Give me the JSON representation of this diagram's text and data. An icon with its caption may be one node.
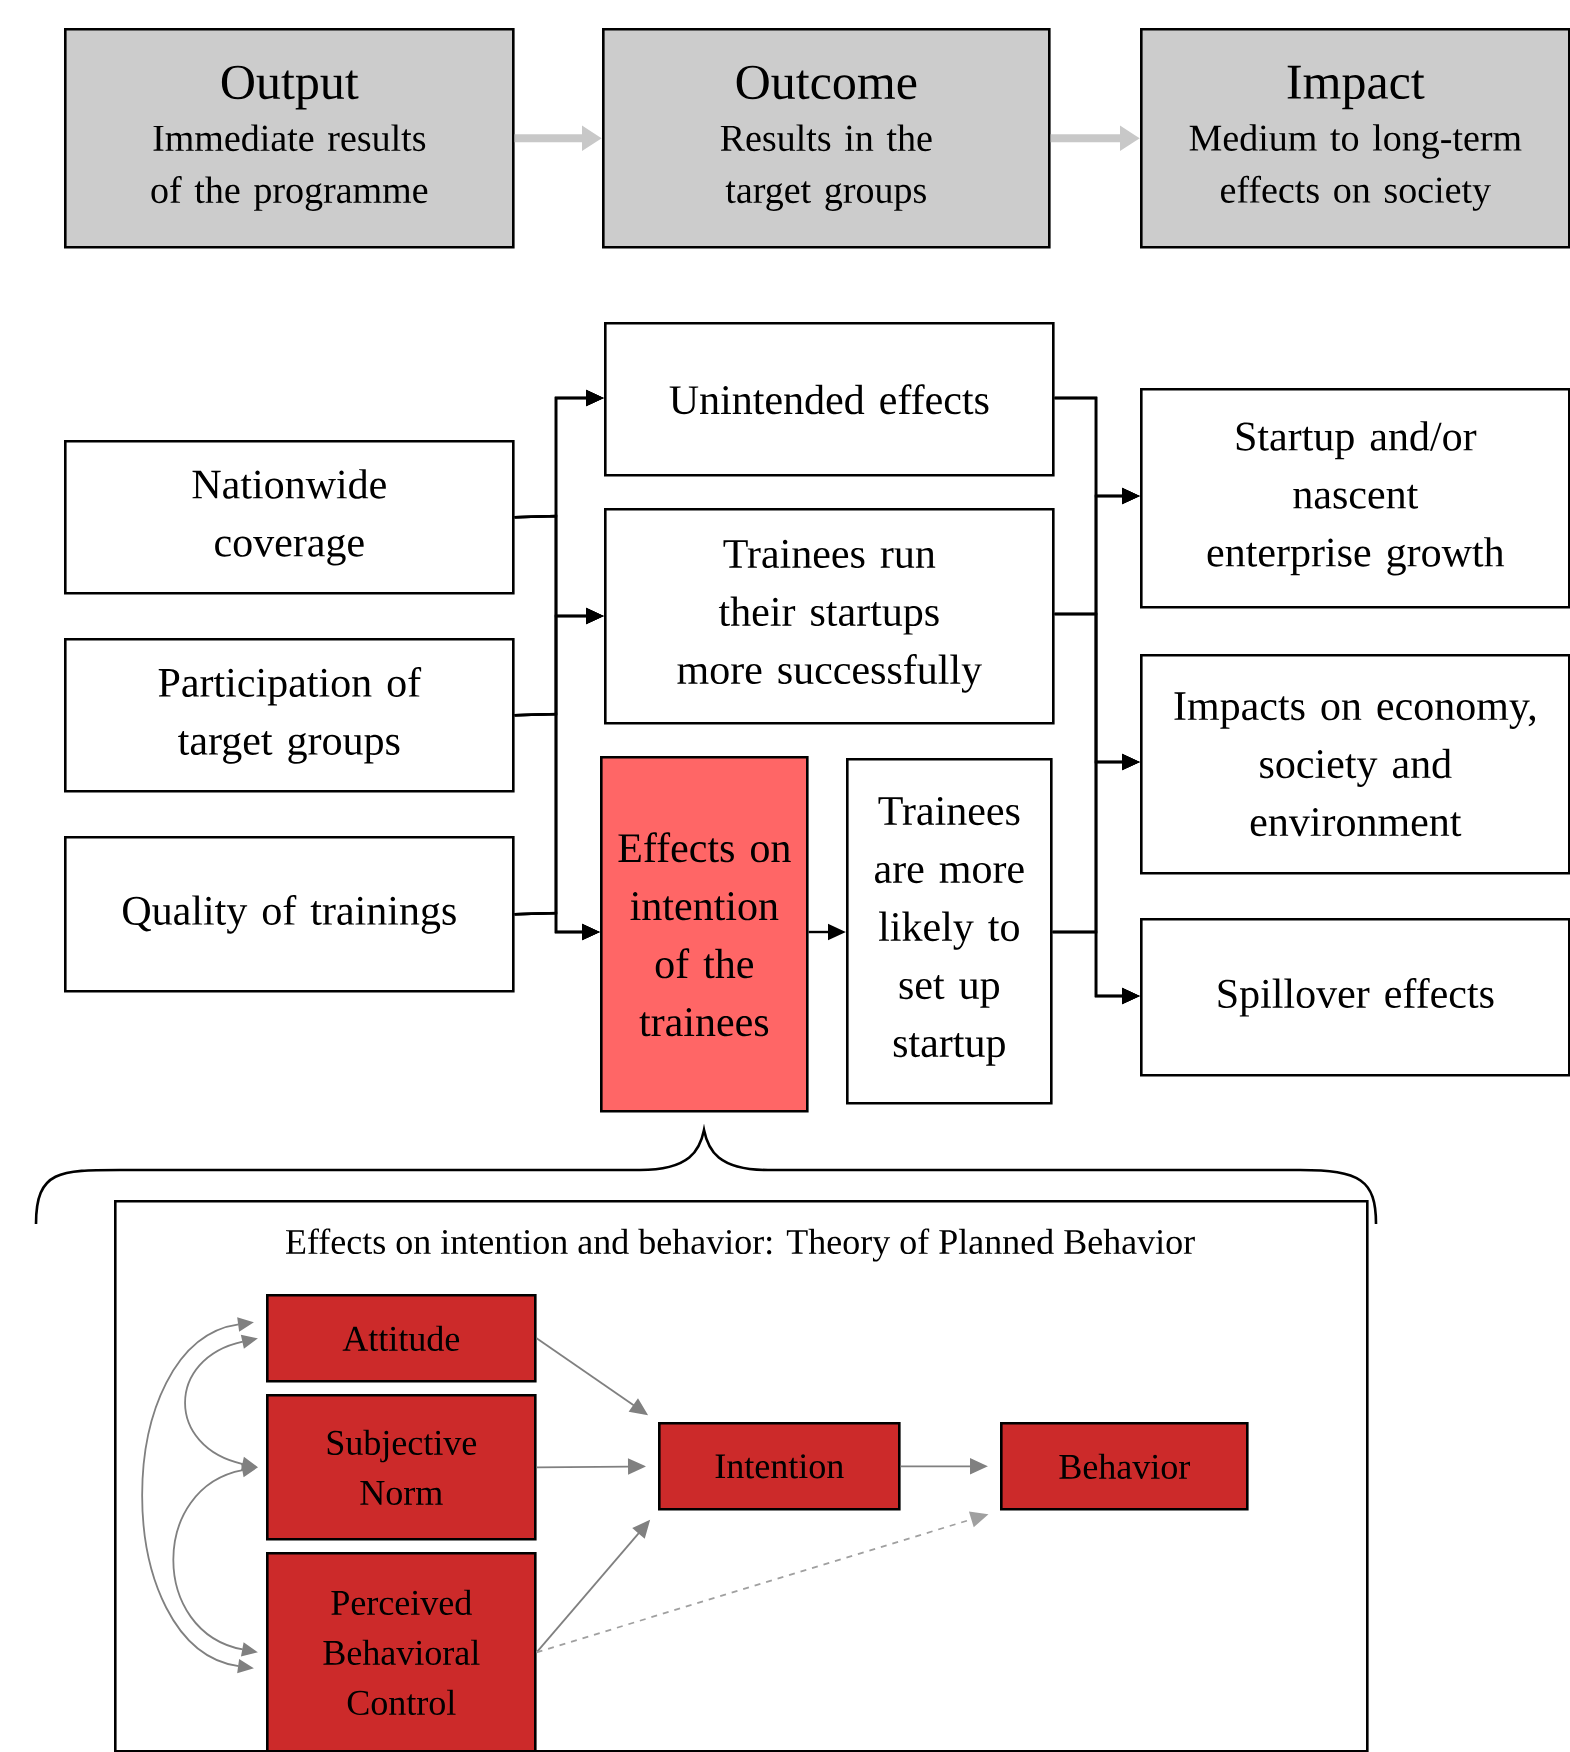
{
  "diagram": {
    "nodes": [
      {
        "text": [
          "Output",
          "Immediate results of the programme"
        ]
      },
      {
        "text": [
          "Outcome",
          "Results in the target groups"
        ]
      },
      {
        "text": [
          "Impact",
          "Medium to long-term effects on society"
        ]
      },
      {
        "text": [
          "Nationwide coverage"
        ]
      },
      {
        "text": [
          "Participation of target groups"
        ]
      },
      {
        "text": [
          "Quality of trainings"
        ]
      },
      {
        "text": [
          "Unintended effects"
        ]
      },
      {
        "text": [
          "Trainees run their startups more successfully"
        ]
      },
      {
        "text": [
          "Effects on intention of the trainees"
        ]
      },
      {
        "text": [
          "Trainees are more likely to set up startup"
        ]
      },
      {
        "text": [
          "Startup and/or nascent enterprise growth"
        ]
      },
      {
        "text": [
          "Impacts on economy, society and environment"
        ]
      },
      {
        "text": [
          "Spillover effects"
        ]
      },
      {
        "text": [
          "Effects on intention and behavior: Theory of Planned Behavior"
        ]
      },
      {
        "text": [
          "Attitude"
        ],
        "in": 13
      },
      {
        "text": [
          "Subjective Norm"
        ],
        "in": 13
      },
      {
        "text": [
          "Perceived Behavioral Control"
        ],
        "in": 13
      },
      {
        "text": [
          "Intention"
        ],
        "in": 13
      },
      {
        "text": [
          "Behavior"
        ],
        "in": 13
      }
    ],
    "edges": [
      {
        "from": 0,
        "to": 1,
        "arrow": "to",
        "style": "thick",
        "color": "#c8c8c8"
      },
      {
        "from": 1,
        "to": 2,
        "arrow": "to",
        "style": "thick",
        "color": "#c8c8c8"
      },
      {
        "from": 3,
        "to": 6,
        "arrow": "to"
      },
      {
        "from": 3,
        "to": 7,
        "arrow": "to"
      },
      {
        "from": 3,
        "to": 8,
        "arrow": "to"
      },
      {
        "from": 4,
        "to": 6,
        "arrow": "to"
      },
      {
        "from": 4,
        "to": 7,
        "arrow": "to"
      },
      {
        "from": 4,
        "to": 8,
        "arrow": "to"
      },
      {
        "from": 5,
        "to": 6,
        "arrow": "to"
      },
      {
        "from": 5,
        "to": 7,
        "arrow": "to"
      },
      {
        "from": 5,
        "to": 8,
        "arrow": "to"
      },
      {
        "from": 8,
        "to": 9,
        "arrow": "to"
      },
      {
        "from": 6,
        "to": 10,
        "arrow": "to"
      },
      {
        "from": 6,
        "to": 11,
        "arrow": "to"
      },
      {
        "from": 6,
        "to": 12,
        "arrow": "to"
      },
      {
        "from": 7,
        "to": 10,
        "arrow": "to"
      },
      {
        "from": 7,
        "to": 11,
        "arrow": "to"
      },
      {
        "from": 7,
        "to": 12,
        "arrow": "to"
      },
      {
        "from": 9,
        "to": 10,
        "arrow": "to"
      },
      {
        "from": 9,
        "to": 11,
        "arrow": "to"
      },
      {
        "from": 9,
        "to": 12,
        "arrow": "to"
      },
      {
        "from": 14,
        "to": 17,
        "arrow": "to",
        "color": "#808080"
      },
      {
        "from": 15,
        "to": 17,
        "arrow": "to",
        "color": "#808080"
      },
      {
        "from": 16,
        "to": 17,
        "arrow": "to",
        "color": "#808080"
      },
      {
        "from": 17,
        "to": 18,
        "arrow": "to",
        "color": "#808080"
      },
      {
        "from": 16,
        "to": 18,
        "arrow": "to",
        "style": "dashed",
        "color": "#a0a0a0"
      },
      {
        "from": 14,
        "to": 15,
        "arrow": "both",
        "color": "#808080"
      },
      {
        "from": 15,
        "to": 16,
        "arrow": "both",
        "color": "#808080"
      },
      {
        "from": 14,
        "to": 16,
        "arrow": "both",
        "color": "#808080"
      }
    ]
  }
}
